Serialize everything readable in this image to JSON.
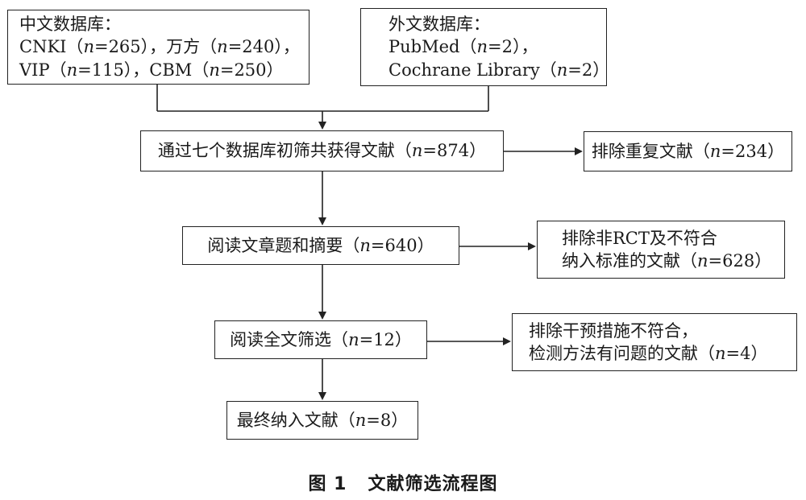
{
  "boxes": {
    "chinese_db": {
      "lines": [
        [
          {
            "t": "中文数据库："
          }
        ],
        [
          {
            "t": "CNKI（"
          },
          {
            "t": "n",
            "i": true
          },
          {
            "t": "=265），万方（"
          },
          {
            "t": "n",
            "i": true
          },
          {
            "t": "=240），"
          }
        ],
        [
          {
            "t": "VIP（"
          },
          {
            "t": "n",
            "i": true
          },
          {
            "t": "=115），CBM（"
          },
          {
            "t": "n",
            "i": true
          },
          {
            "t": "=250）"
          }
        ]
      ]
    },
    "foreign_db": {
      "lines": [
        [
          {
            "t": "外文数据库："
          }
        ],
        [
          {
            "t": "PubMed（"
          },
          {
            "t": "n",
            "i": true
          },
          {
            "t": "=2），"
          }
        ],
        [
          {
            "t": "Cochrane Library（"
          },
          {
            "t": "n",
            "i": true
          },
          {
            "t": "=2）"
          }
        ]
      ]
    },
    "initial_search": {
      "lines": [
        [
          {
            "t": "通过七个数据库初筛共获得文献（"
          },
          {
            "t": "n",
            "i": true
          },
          {
            "t": "=874）"
          }
        ]
      ]
    },
    "exclude_duplicates": {
      "lines": [
        [
          {
            "t": "排除重复文献（"
          },
          {
            "t": "n",
            "i": true
          },
          {
            "t": "=234）"
          }
        ]
      ]
    },
    "read_abstract": {
      "lines": [
        [
          {
            "t": "阅读文章题和摘要（"
          },
          {
            "t": "n",
            "i": true
          },
          {
            "t": "=640）"
          }
        ]
      ]
    },
    "exclude_non_rct": {
      "lines": [
        [
          {
            "t": "排除非RCT及不符合"
          }
        ],
        [
          {
            "t": "纳入标准的文献（"
          },
          {
            "t": "n",
            "i": true
          },
          {
            "t": "=628）"
          }
        ]
      ]
    },
    "full_text_screen": {
      "lines": [
        [
          {
            "t": "阅读全文筛选（"
          },
          {
            "t": "n",
            "i": true
          },
          {
            "t": "=12）"
          }
        ]
      ]
    },
    "exclude_intervention": {
      "lines": [
        [
          {
            "t": "排除干预措施不符合，"
          }
        ],
        [
          {
            "t": "检测方法有问题的文献（"
          },
          {
            "t": "n",
            "i": true
          },
          {
            "t": "=4）"
          }
        ]
      ]
    },
    "final_included": {
      "lines": [
        [
          {
            "t": "最终纳入文献（"
          },
          {
            "t": "n",
            "i": true
          },
          {
            "t": "=8）"
          }
        ]
      ]
    }
  },
  "caption": {
    "number": "图 1",
    "title": "文献筛选流程图"
  },
  "colors": {
    "line": "#222222",
    "text": "#1a1a1a"
  }
}
